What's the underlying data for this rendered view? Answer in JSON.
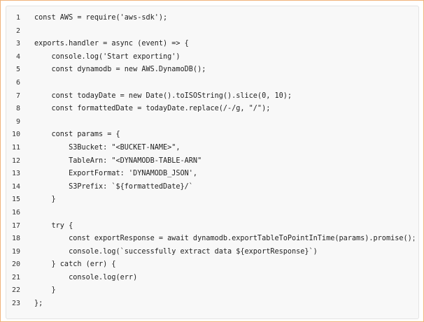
{
  "code": {
    "lines": [
      {
        "n": "1",
        "text": "const AWS = require('aws-sdk');"
      },
      {
        "n": "2",
        "text": ""
      },
      {
        "n": "3",
        "text": "exports.handler = async (event) => {"
      },
      {
        "n": "4",
        "text": "    console.log('Start exporting')"
      },
      {
        "n": "5",
        "text": "    const dynamodb = new AWS.DynamoDB();"
      },
      {
        "n": "6",
        "text": ""
      },
      {
        "n": "7",
        "text": "    const todayDate = new Date().toISOString().slice(0, 10);"
      },
      {
        "n": "8",
        "text": "    const formattedDate = todayDate.replace(/-/g, \"/\");"
      },
      {
        "n": "9",
        "text": ""
      },
      {
        "n": "10",
        "text": "    const params = {"
      },
      {
        "n": "11",
        "text": "        S3Bucket: \"<BUCKET-NAME>\","
      },
      {
        "n": "12",
        "text": "        TableArn: \"<DYNAMODB-TABLE-ARN\""
      },
      {
        "n": "13",
        "text": "        ExportFormat: 'DYNAMODB_JSON',"
      },
      {
        "n": "14",
        "text": "        S3Prefix: `${formattedDate}/`"
      },
      {
        "n": "15",
        "text": "    }"
      },
      {
        "n": "16",
        "text": ""
      },
      {
        "n": "17",
        "text": "    try {"
      },
      {
        "n": "18",
        "text": "        const exportResponse = await dynamodb.exportTableToPointInTime(params).promise();"
      },
      {
        "n": "19",
        "text": "        console.log(`successfully extract data ${exportResponse}`)"
      },
      {
        "n": "20",
        "text": "    } catch (err) {"
      },
      {
        "n": "21",
        "text": "        console.log(err)"
      },
      {
        "n": "22",
        "text": "    }"
      },
      {
        "n": "23",
        "text": "};"
      }
    ]
  }
}
